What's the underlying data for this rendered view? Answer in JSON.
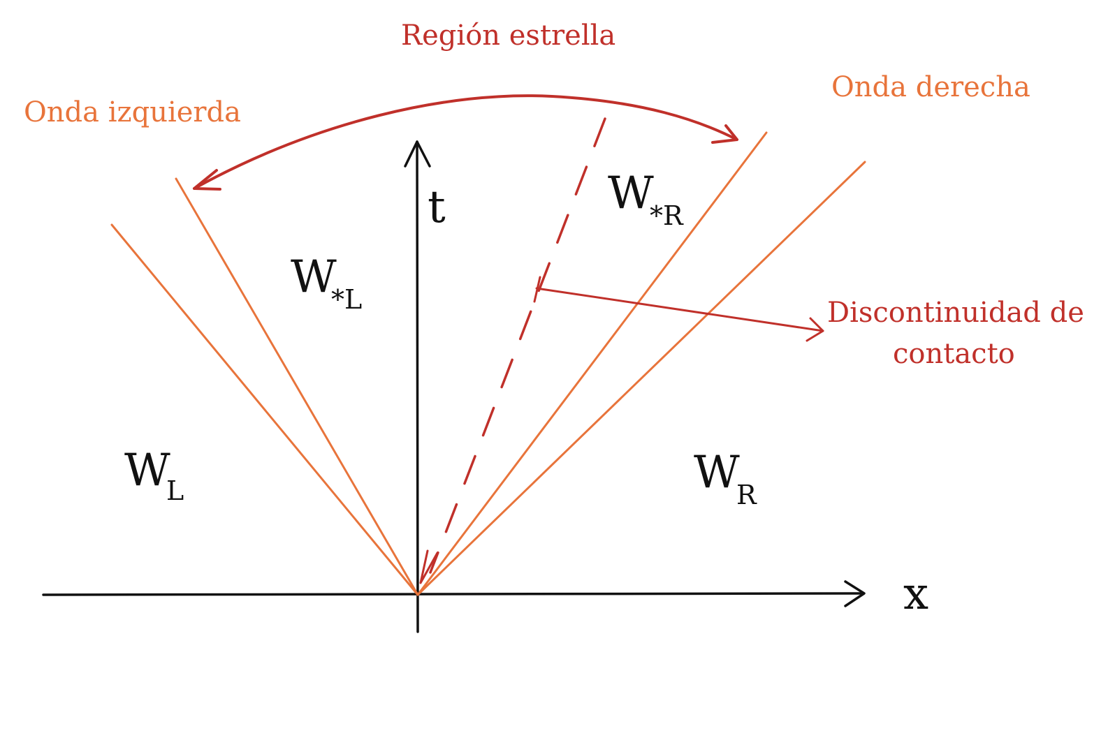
{
  "labels": {
    "star_region": "Región estrella",
    "left_wave": "Onda izquierda",
    "right_wave": "Onda derecha",
    "contact_line1": "Discontinuidad de",
    "contact_line2": "contacto"
  },
  "axes": {
    "t": "t",
    "x": "x"
  },
  "states": {
    "left": {
      "main": "W",
      "sub": "L"
    },
    "star_left": {
      "main": "W",
      "sub": "*L"
    },
    "star_right": {
      "main": "W",
      "sub": "*R"
    },
    "right": {
      "main": "W",
      "sub": "R"
    }
  },
  "colors": {
    "wave": "#e8743b",
    "annotation": "#c0302a",
    "axis": "#111111"
  }
}
